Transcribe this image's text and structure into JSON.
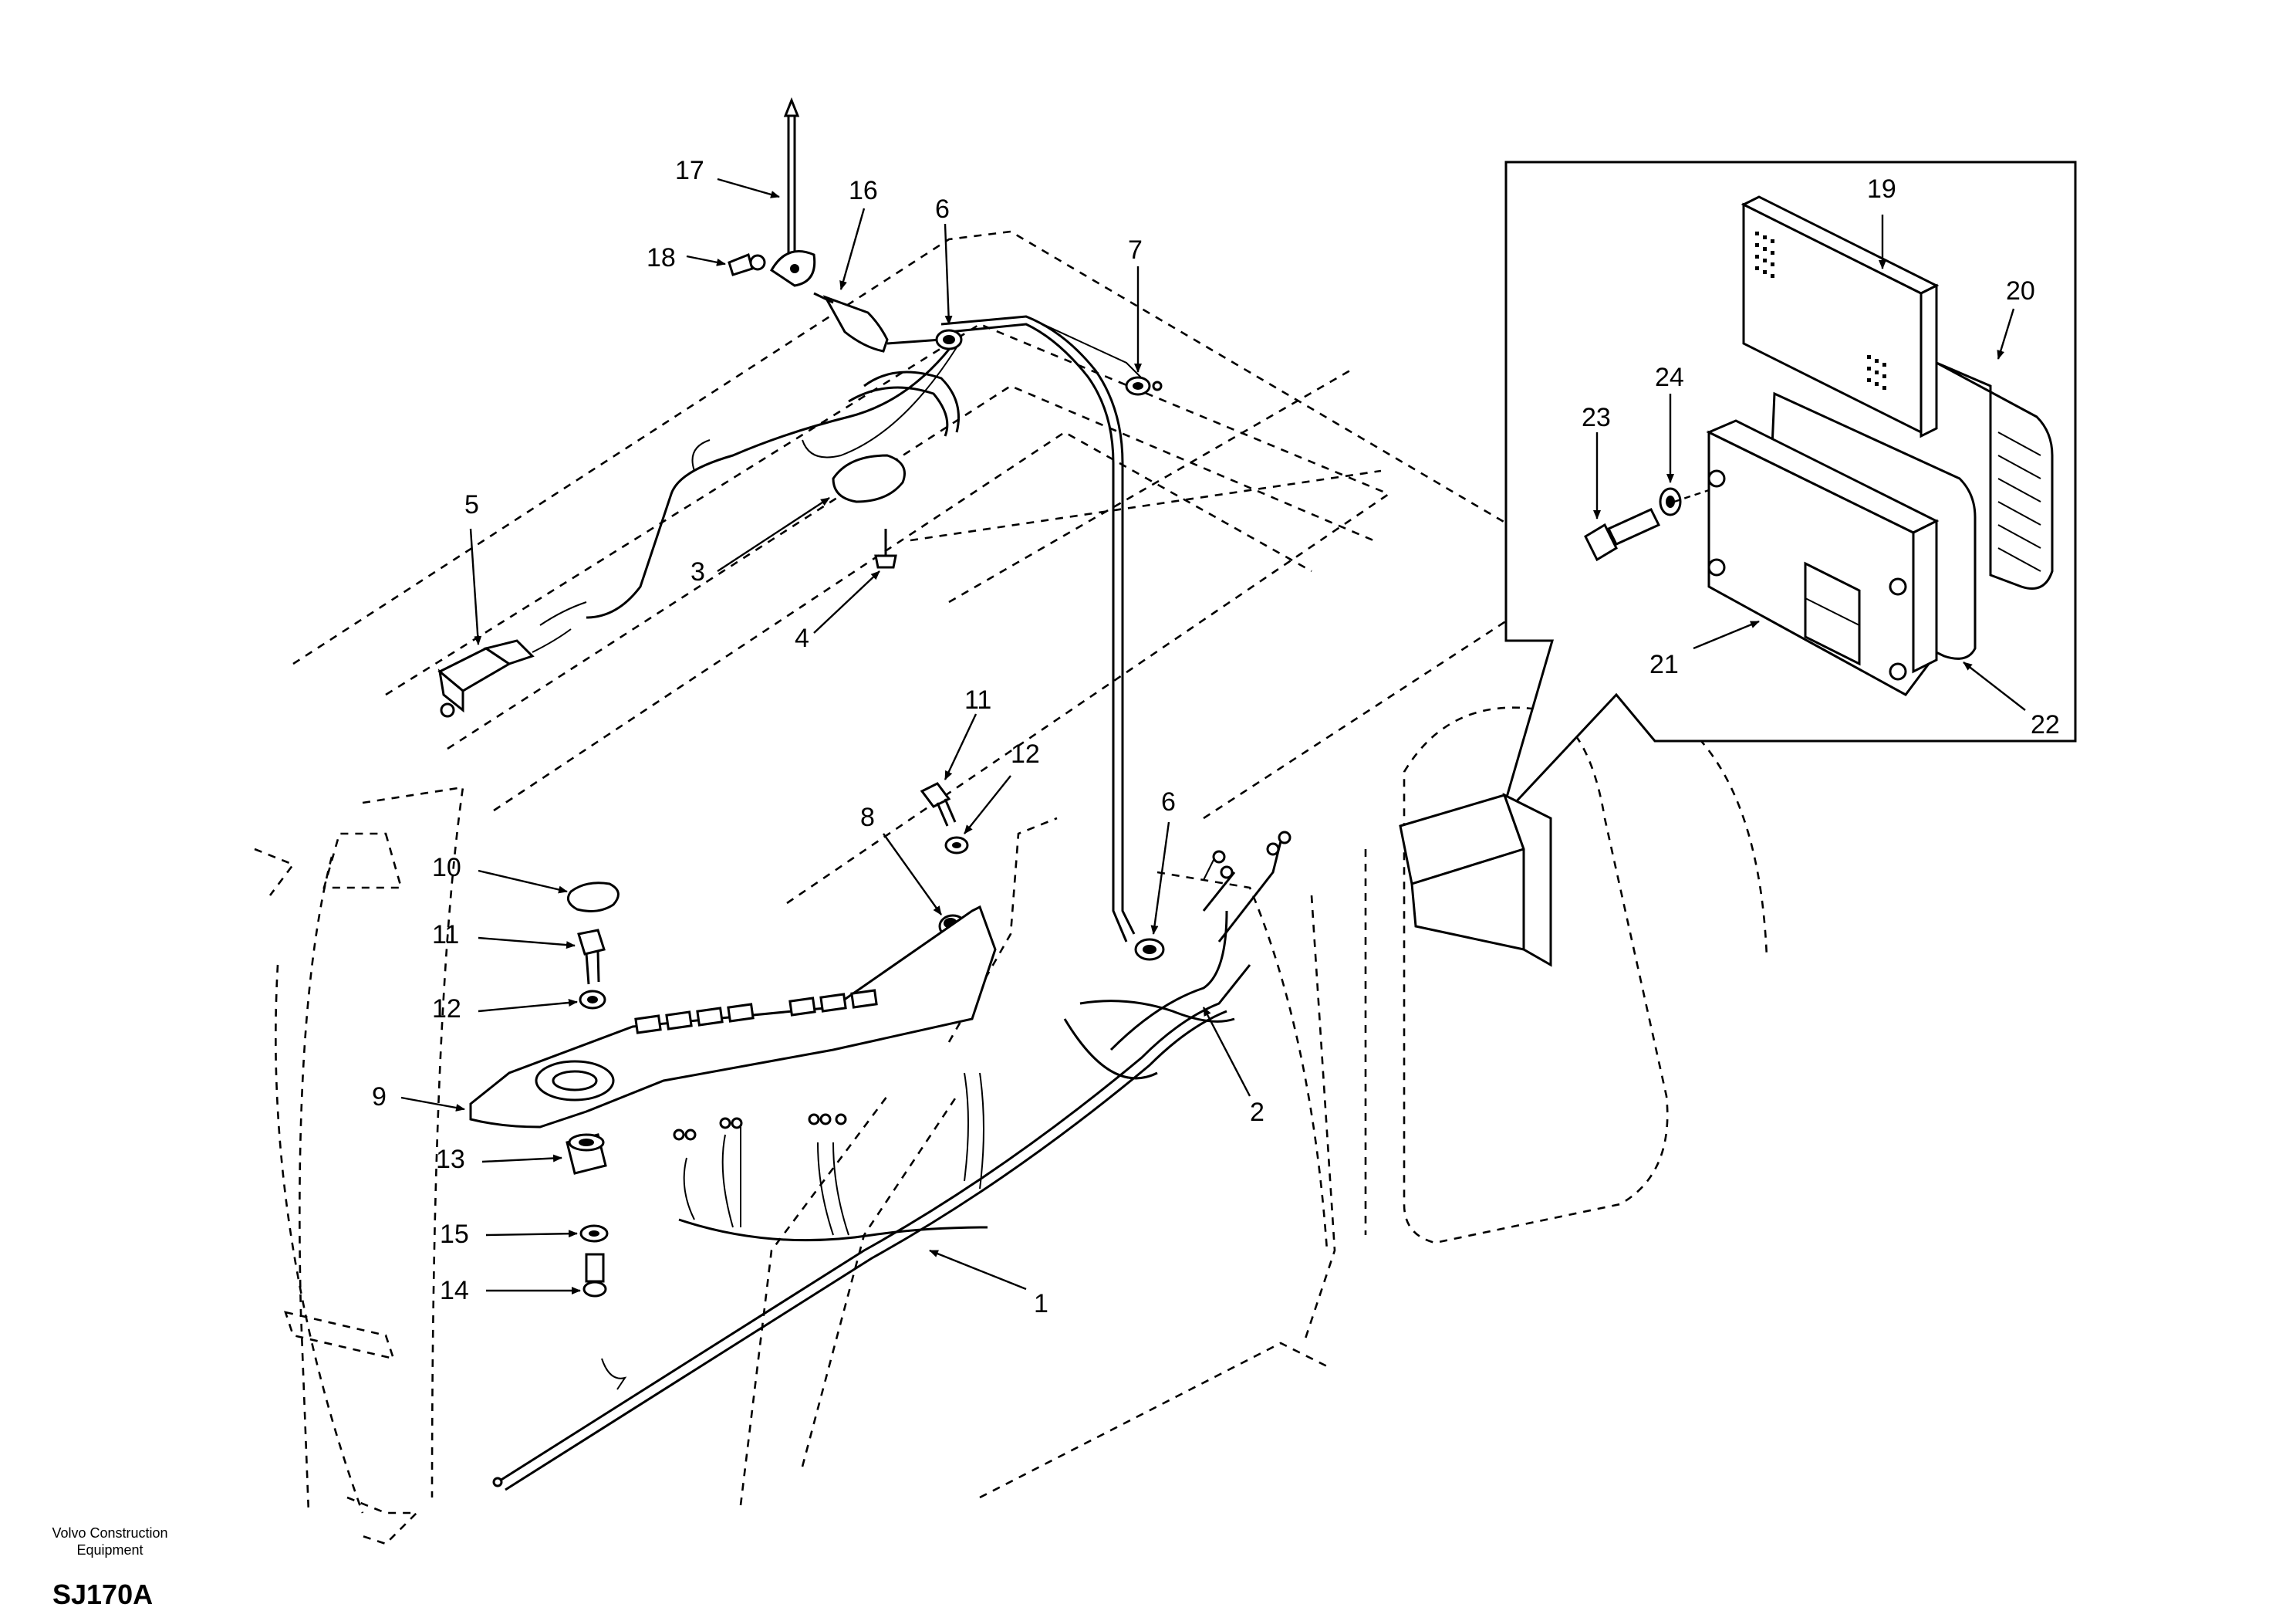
{
  "footer": {
    "brand": "Volvo Construction Equipment",
    "drawing_code": "SJ170A"
  },
  "callouts": [
    "17",
    "16",
    "6",
    "7",
    "18",
    "5",
    "3",
    "4",
    "11",
    "12",
    "8",
    "6",
    "10",
    "11",
    "12",
    "9",
    "13",
    "15",
    "14",
    "2",
    "1",
    "19",
    "20",
    "24",
    "23",
    "21",
    "22"
  ]
}
